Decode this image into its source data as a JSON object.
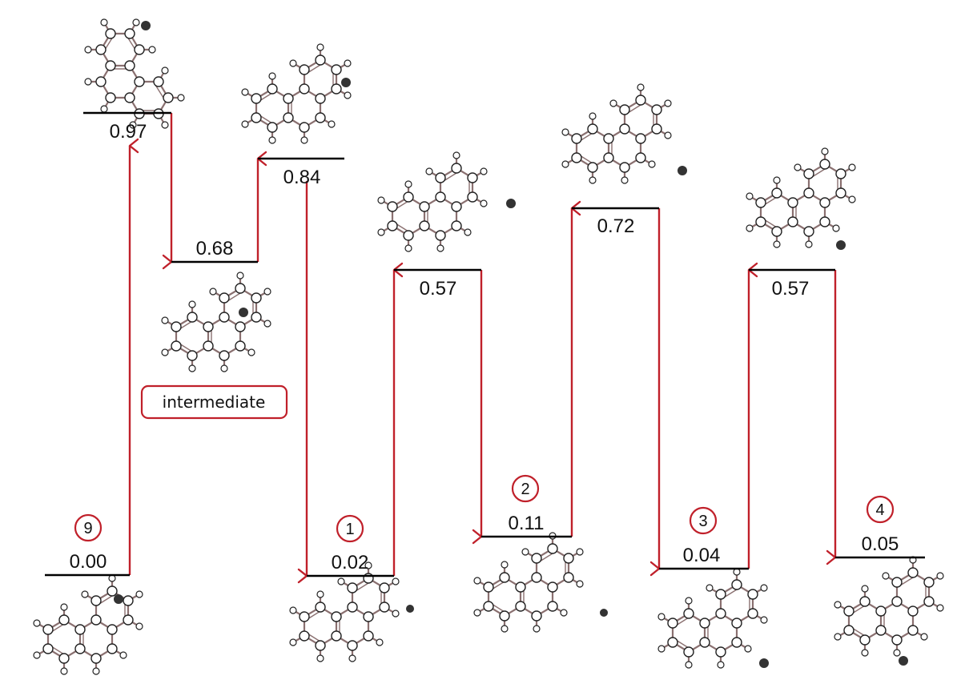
{
  "colors": {
    "arrow": "#c0202a",
    "level": "#000000",
    "bond": "#8a7070",
    "atom_stroke": "#222222",
    "atom_fill": "#ffffff",
    "h_fill": "#ffffff",
    "dark_atom": "#333333"
  },
  "levels": [
    {
      "id": "s9",
      "value": "0.00",
      "badge": "9"
    },
    {
      "id": "ts1",
      "value": "0.97"
    },
    {
      "id": "int",
      "value": "0.68"
    },
    {
      "id": "ts2",
      "value": "0.84"
    },
    {
      "id": "s1",
      "value": "0.02",
      "badge": "1"
    },
    {
      "id": "ts3",
      "value": "0.57"
    },
    {
      "id": "s2",
      "value": "0.11",
      "badge": "2"
    },
    {
      "id": "ts4",
      "value": "0.72"
    },
    {
      "id": "s3",
      "value": "0.04",
      "badge": "3"
    },
    {
      "id": "ts5",
      "value": "0.57"
    },
    {
      "id": "s4",
      "value": "0.05",
      "badge": "4"
    }
  ],
  "intermediate_label": "intermediate",
  "molecules": [
    {
      "name": "molecule-9",
      "icon": "phenanthrene-ball-stick-icon"
    },
    {
      "name": "molecule-ts1",
      "icon": "phenanthrene-ball-stick-icon"
    },
    {
      "name": "molecule-intermediate",
      "icon": "phenanthrene-ball-stick-icon"
    },
    {
      "name": "molecule-ts2",
      "icon": "phenanthrene-ball-stick-icon"
    },
    {
      "name": "molecule-1",
      "icon": "phenanthrene-ball-stick-icon"
    },
    {
      "name": "molecule-ts3",
      "icon": "phenanthrene-ball-stick-icon"
    },
    {
      "name": "molecule-2",
      "icon": "phenanthrene-ball-stick-icon"
    },
    {
      "name": "molecule-ts4",
      "icon": "phenanthrene-ball-stick-icon"
    },
    {
      "name": "molecule-3",
      "icon": "phenanthrene-ball-stick-icon"
    },
    {
      "name": "molecule-ts5",
      "icon": "phenanthrene-ball-stick-icon"
    },
    {
      "name": "molecule-4",
      "icon": "phenanthrene-ball-stick-icon"
    }
  ]
}
